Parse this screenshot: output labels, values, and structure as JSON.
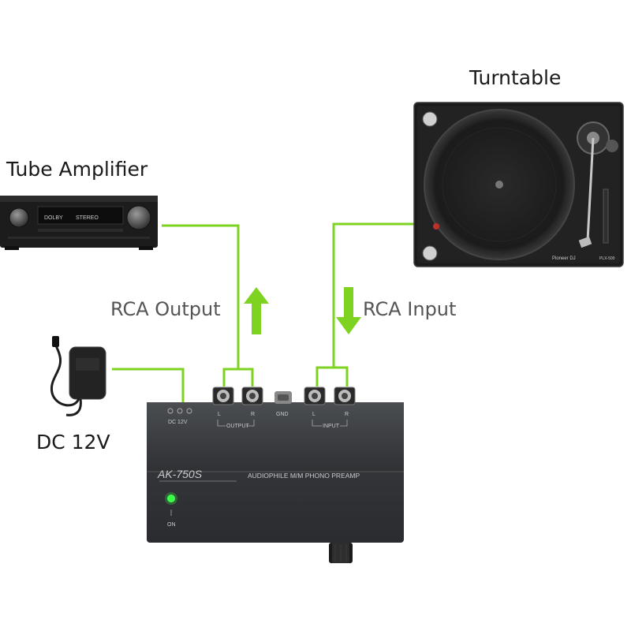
{
  "labels": {
    "turntable": "Turntable",
    "tube_amplifier": "Tube Amplifier",
    "dc_power": "DC 12V",
    "rca_output": "RCA Output",
    "rca_input": "RCA Input"
  },
  "amplifier_display": {
    "left_text": "DOLBY",
    "right_text": "STEREO"
  },
  "turntable_branding": {
    "brand": "Pioneer DJ",
    "model": "PLX-500"
  },
  "preamp": {
    "model": "AK-750S",
    "description": "AUDIOPHILE M/M PHONO PREAMP",
    "power_port": "DC 12V",
    "output_label": "OUTPUT",
    "input_label": "INPUT",
    "gnd_label": "GND",
    "left_label": "L",
    "right_label": "R",
    "on_label": "ON"
  },
  "colors": {
    "connection_line": "#7ed321",
    "arrow": "#7ed321",
    "preamp_body": "#3d3f42",
    "led": "#3cff4a"
  }
}
